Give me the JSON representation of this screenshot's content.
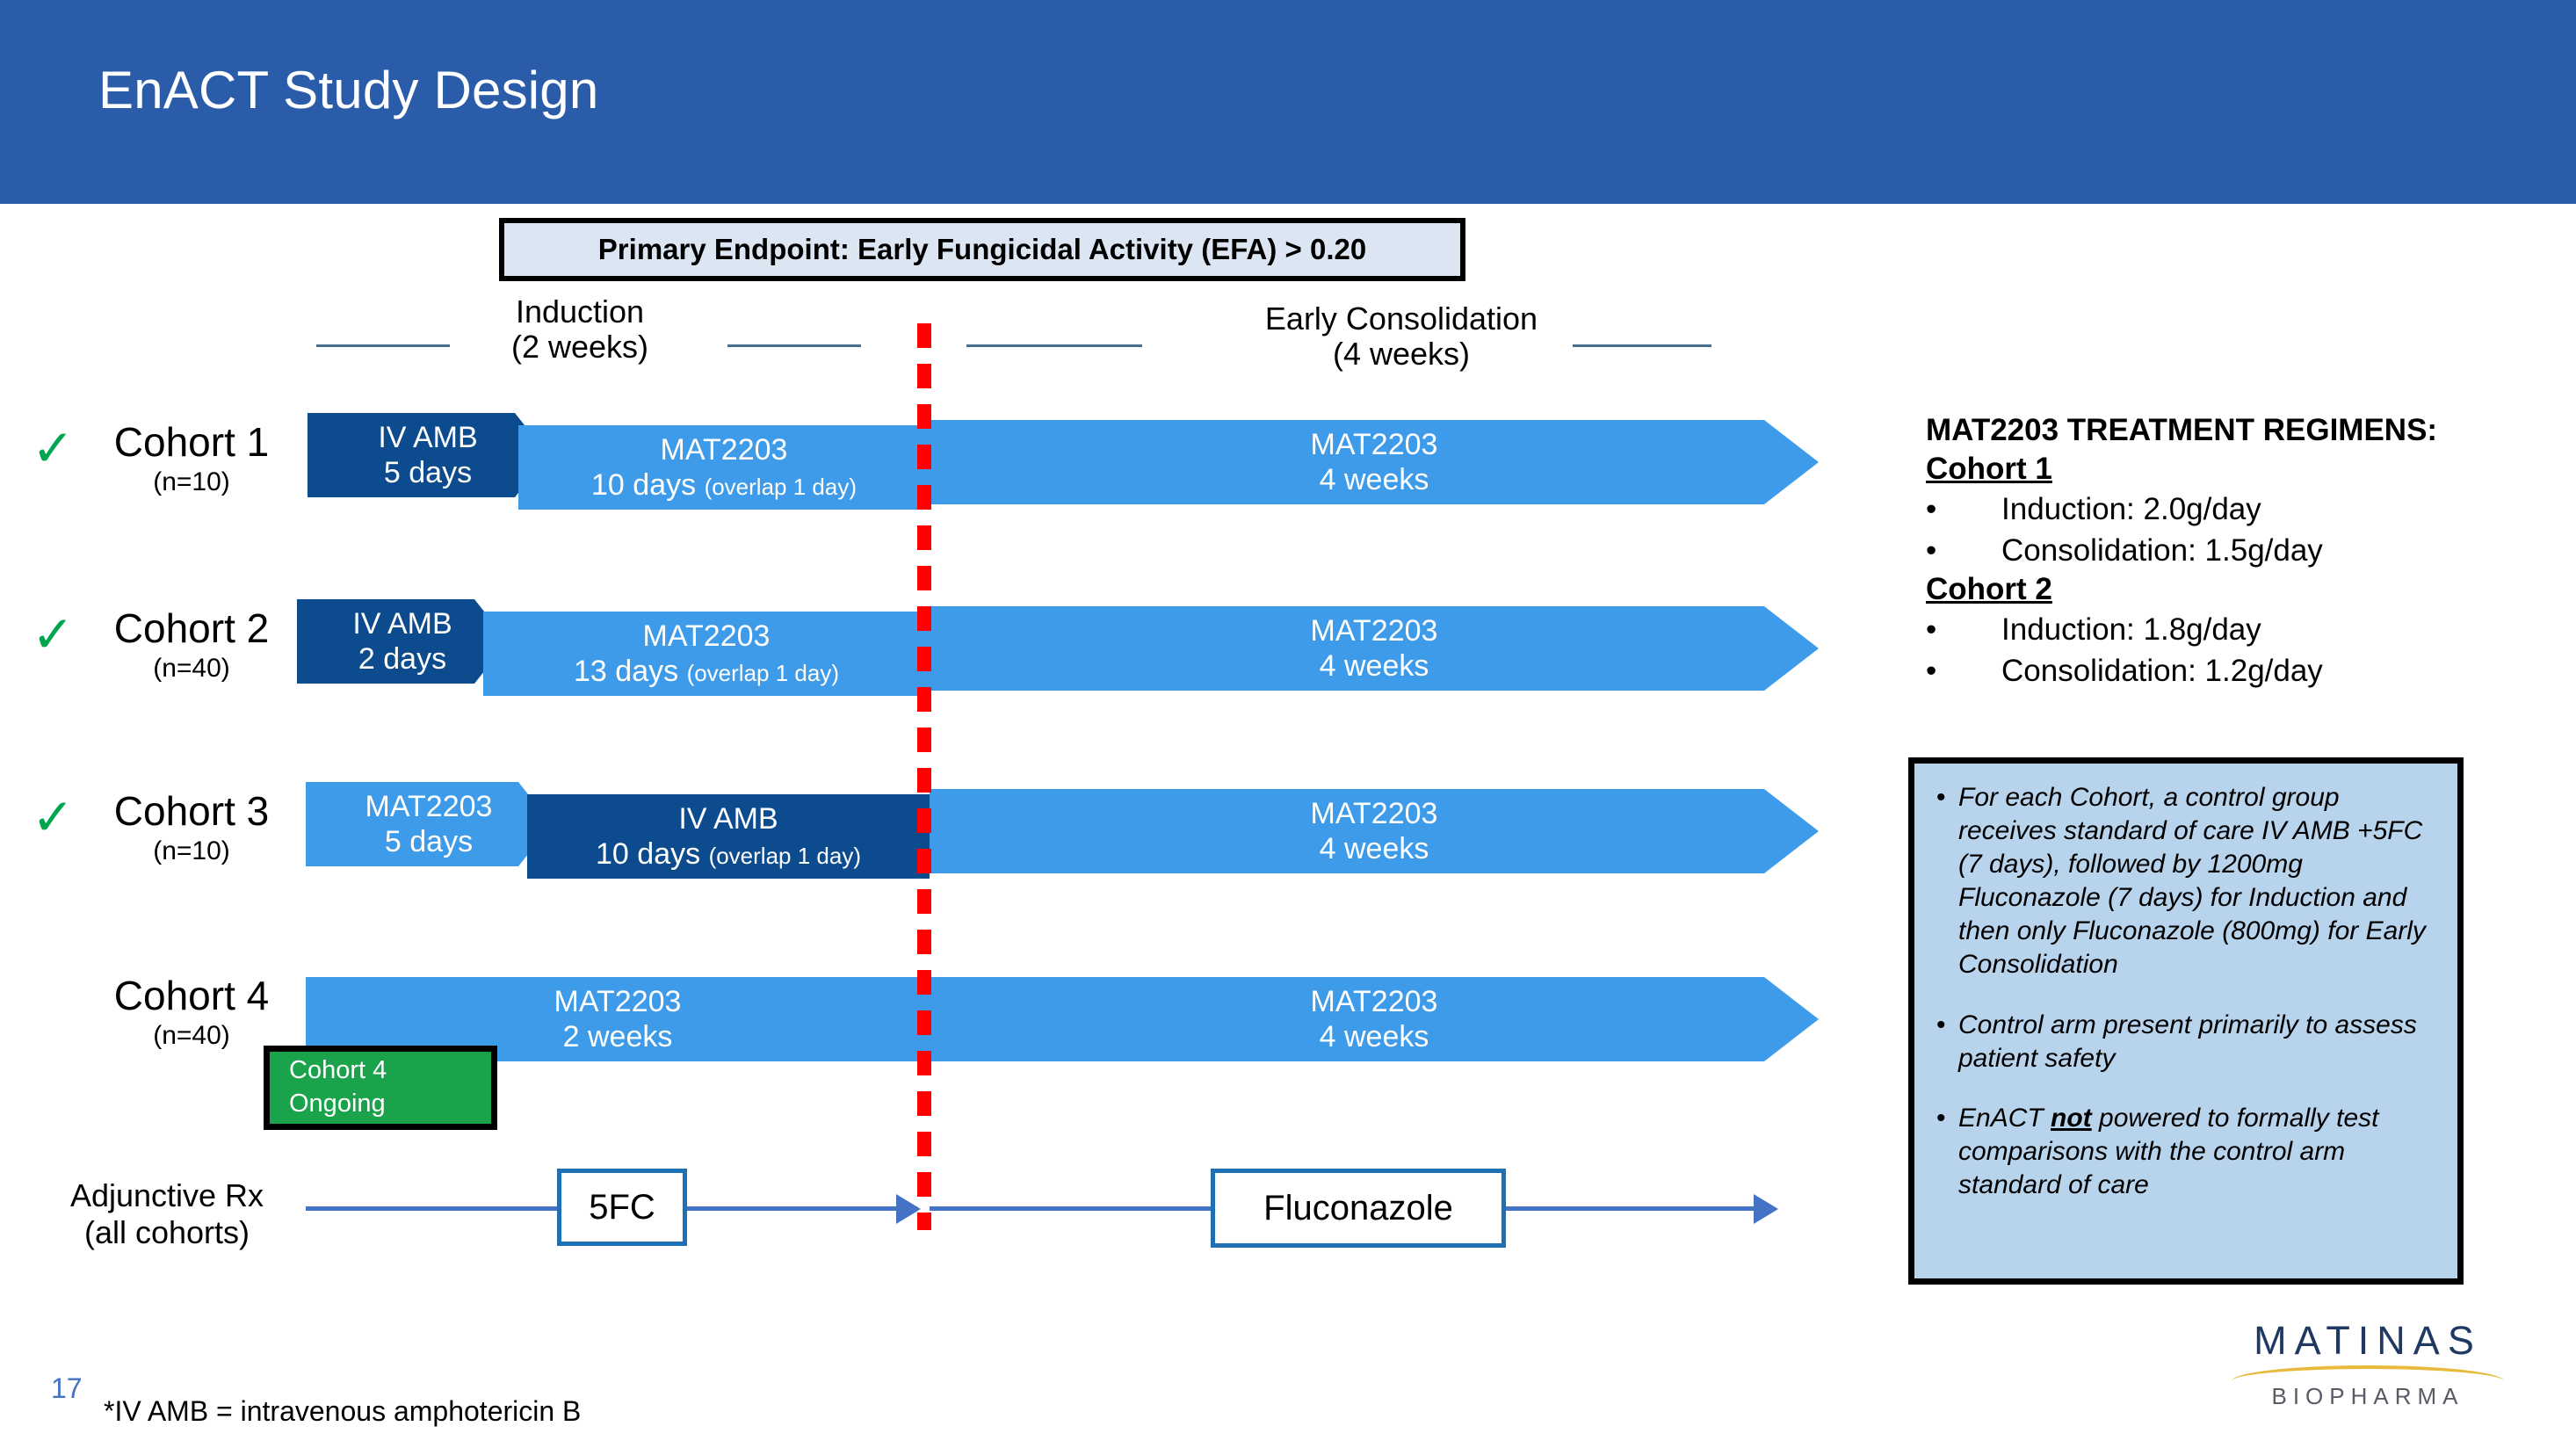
{
  "header": {
    "title": "EnACT Study Design",
    "band_color": "#2A5CAA"
  },
  "endpoint_banner": {
    "text": "Primary Endpoint: Early Fungicidal Activity (EFA) > 0.20",
    "fill": "#DCE6F2"
  },
  "phases": {
    "induction": "Induction\n(2 weeks)",
    "induction_line1": "Induction",
    "induction_line2": "(2 weeks)",
    "consolidation_line1": "Early Consolidation",
    "consolidation_line2": "(4 weeks)",
    "divider_color": "#FF0000"
  },
  "cohorts": [
    {
      "check": "✓",
      "name": "Cohort 1",
      "n": "(n=10)",
      "induction": [
        {
          "drug": "IV AMB",
          "duration": "5 days",
          "overlap": "",
          "style": "navy"
        },
        {
          "drug": "MAT2203",
          "duration": "10 days",
          "overlap": "(overlap 1 day)",
          "style": "lblue"
        }
      ],
      "consolidation": {
        "drug": "MAT2203",
        "duration": "4 weeks",
        "style": "lblue"
      }
    },
    {
      "check": "✓",
      "name": "Cohort 2",
      "n": "(n=40)",
      "induction": [
        {
          "drug": "IV AMB",
          "duration": "2 days",
          "overlap": "",
          "style": "navy"
        },
        {
          "drug": "MAT2203",
          "duration": "13 days",
          "overlap": "(overlap 1 day)",
          "style": "lblue"
        }
      ],
      "consolidation": {
        "drug": "MAT2203",
        "duration": "4 weeks",
        "style": "lblue"
      }
    },
    {
      "check": "✓",
      "name": "Cohort 3",
      "n": "(n=10)",
      "induction": [
        {
          "drug": "MAT2203",
          "duration": "5 days",
          "overlap": "",
          "style": "lblue"
        },
        {
          "drug": "IV AMB",
          "duration": "10 days",
          "overlap": "(overlap 1 day)",
          "style": "navy"
        }
      ],
      "consolidation": {
        "drug": "MAT2203",
        "duration": "4 weeks",
        "style": "lblue"
      }
    },
    {
      "check": "",
      "name": "Cohort 4",
      "n": "(n=40)",
      "induction": [
        {
          "drug": "MAT2203",
          "duration": "2 weeks",
          "overlap": "",
          "style": "lblue"
        }
      ],
      "consolidation": {
        "drug": "MAT2203",
        "duration": "4 weeks",
        "style": "lblue"
      }
    }
  ],
  "ongoing_badge": {
    "line1": "Cohort 4",
    "line2": "Ongoing",
    "color": "#1BA34C"
  },
  "adjunctive": {
    "label_line1": "Adjunctive Rx",
    "label_line2": "(all cohorts)",
    "induction_drug": "5FC",
    "consolidation_drug": "Fluconazole",
    "line_color": "#4472C4"
  },
  "regimens": {
    "title": "MAT2203 TREATMENT REGIMENS:",
    "groups": [
      {
        "heading": "Cohort 1",
        "items": [
          "Induction: 2.0g/day",
          "Consolidation: 1.5g/day"
        ]
      },
      {
        "heading": "Cohort 2",
        "items": [
          "Induction: 1.8g/day",
          "Consolidation: 1.2g/day"
        ]
      }
    ],
    "bullet": "•"
  },
  "note_box": {
    "fill": "#B8D3EC",
    "bullet": "•",
    "items": [
      {
        "pre": "For each Cohort, a control group receives standard of care IV AMB +5FC (7 days), followed by 1200mg Fluconazole (7 days) for Induction and then only Fluconazole (800mg) for Early Consolidation",
        "emph": "",
        "post": ""
      },
      {
        "pre": "Control arm present primarily to assess patient safety",
        "emph": "",
        "post": ""
      },
      {
        "pre": "EnACT ",
        "emph": "not",
        "post": " powered to formally test comparisons with the control arm standard of care"
      }
    ]
  },
  "footer": {
    "page_number": "17",
    "footnote": "*IV AMB = intravenous amphotericin B"
  },
  "logo": {
    "main": "MATINAS",
    "sub": "BIOPHARMA",
    "main_color": "#1F3864",
    "accent_color": "#E8B93B"
  }
}
